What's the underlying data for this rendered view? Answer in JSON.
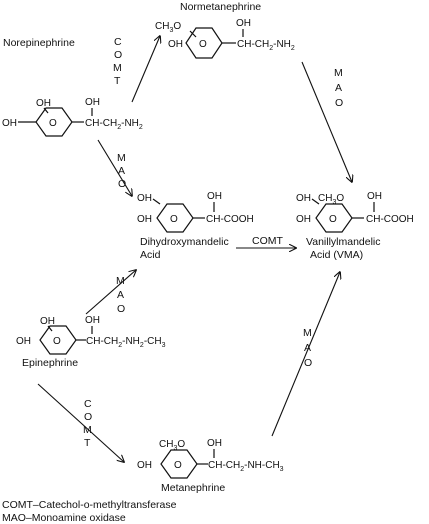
{
  "compounds": {
    "norepinephrine": {
      "name": "Norepinephrine",
      "ring_letter": "O",
      "left_group": "OH",
      "top_group": "OH",
      "side_oh": "OH",
      "chain": "CH-CH2-NH2"
    },
    "normetanephrine": {
      "name": "Normetanephrine",
      "ring_letter": "O",
      "top_group": "CH3O",
      "left_group": "OH",
      "side_oh": "OH",
      "chain": "CH-CH2-NH2"
    },
    "dihydroxymandelic": {
      "name_line1": "Dihydroxymandelic",
      "name_line2": "Acid",
      "ring_letter": "O",
      "top_group": "OH",
      "left_group": "OH",
      "side_oh": "OH",
      "chain": "CH-COOH"
    },
    "vma": {
      "name_line1": "Vanillylmandelic",
      "name_line2": "Acid (VMA)",
      "ring_letter": "O",
      "top_group": "CH3O",
      "left_group": "OH",
      "side_oh": "OH",
      "chain": "CH-COOH"
    },
    "epinephrine": {
      "name": "Epinephrine",
      "ring_letter": "O",
      "top_group": "OH",
      "left_group": "OH",
      "side_oh": "OH",
      "chain": "CH-CH2-NH-CH3"
    },
    "metanephrine": {
      "name": "Metanephrine",
      "ring_letter": "O",
      "top_group": "CH3O",
      "left_group": "OH",
      "side_oh": "OH",
      "chain": "CH-CH2-NH-CH3"
    }
  },
  "enzymes": {
    "comt": "COMT",
    "mao": "MAO"
  },
  "legend": {
    "comt": "COMT–Catechol-o-methyltransferase",
    "mao": "MAO–Monoamine oxidase"
  }
}
